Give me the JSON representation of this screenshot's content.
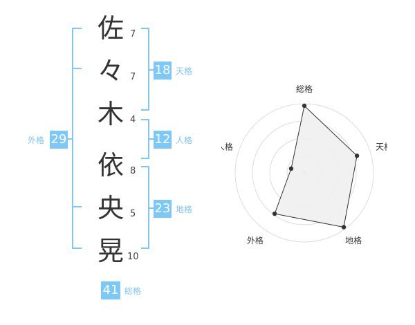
{
  "name": {
    "characters": [
      {
        "char": "佐",
        "strokes": "7"
      },
      {
        "char": "々",
        "strokes": "7"
      },
      {
        "char": "木",
        "strokes": "4"
      },
      {
        "char": "依",
        "strokes": "8"
      },
      {
        "char": "央",
        "strokes": "5"
      },
      {
        "char": "晃",
        "strokes": "10"
      }
    ]
  },
  "fortunes": {
    "tenkaku": {
      "value": "18",
      "label": "天格"
    },
    "jinkaku": {
      "value": "12",
      "label": "人格"
    },
    "chikaku": {
      "value": "23",
      "label": "地格"
    },
    "gaikaku": {
      "value": "29",
      "label": "外格"
    },
    "soukaku": {
      "value": "41",
      "label": "総格"
    }
  },
  "colors": {
    "accent": "#80c8f3",
    "badge_bg": "#7cc8f8",
    "text": "#333333"
  },
  "chart_data": {
    "type": "radar",
    "axes": [
      "総格",
      "天格",
      "地格",
      "外格",
      "人格"
    ],
    "values": [
      0.97,
      0.8,
      0.97,
      0.73,
      0.2
    ],
    "max": 1,
    "rings": 4,
    "grid": true,
    "fill": "#efefef",
    "stroke": "#333333"
  }
}
